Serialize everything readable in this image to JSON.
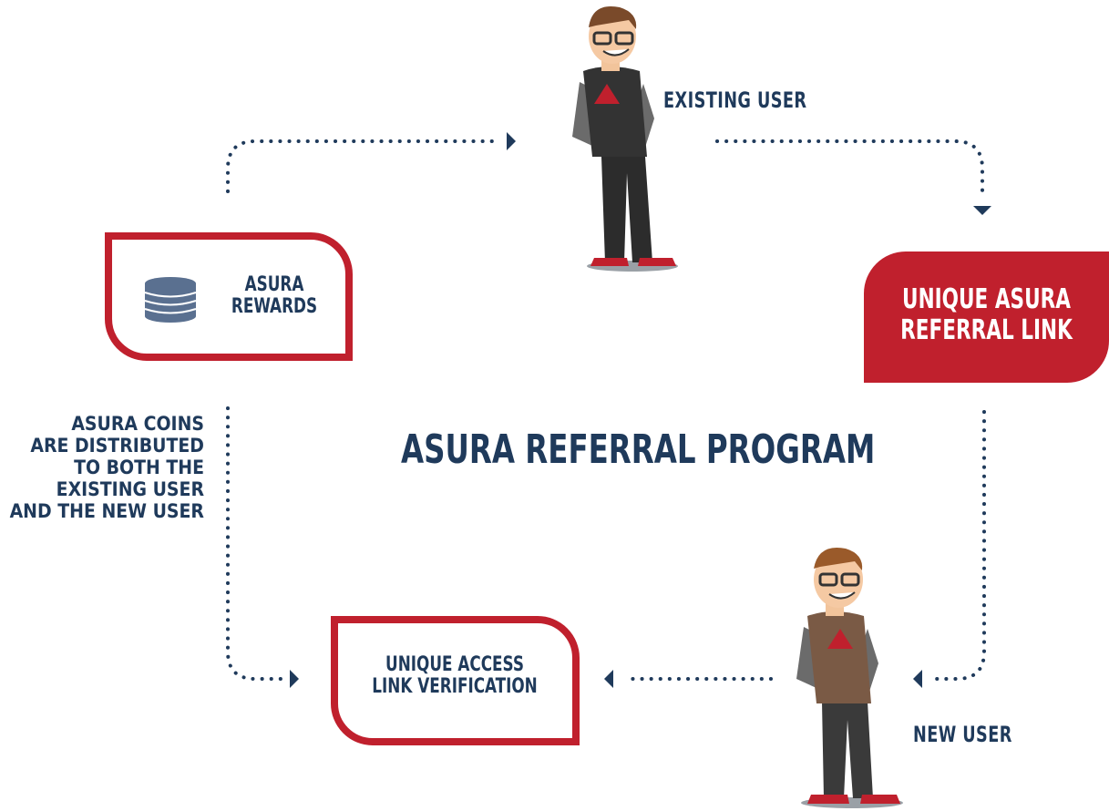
{
  "title": "Asura Referral Program",
  "nodes": {
    "existing_user": "Existing User",
    "new_user": "New User",
    "referral_link": [
      "Unique Asura",
      "Referral Link"
    ],
    "rewards": [
      "Asura",
      "Rewards"
    ],
    "access_verification": [
      "Unique Access",
      "Link Verification"
    ]
  },
  "note": [
    "Asura Coins",
    "are distributed",
    "to both the",
    "existing user",
    "and the new user"
  ],
  "colors": {
    "navy": "#1f3a5b",
    "red": "#c0202d"
  },
  "icons": {
    "rewards": "coin-stack-icon"
  }
}
